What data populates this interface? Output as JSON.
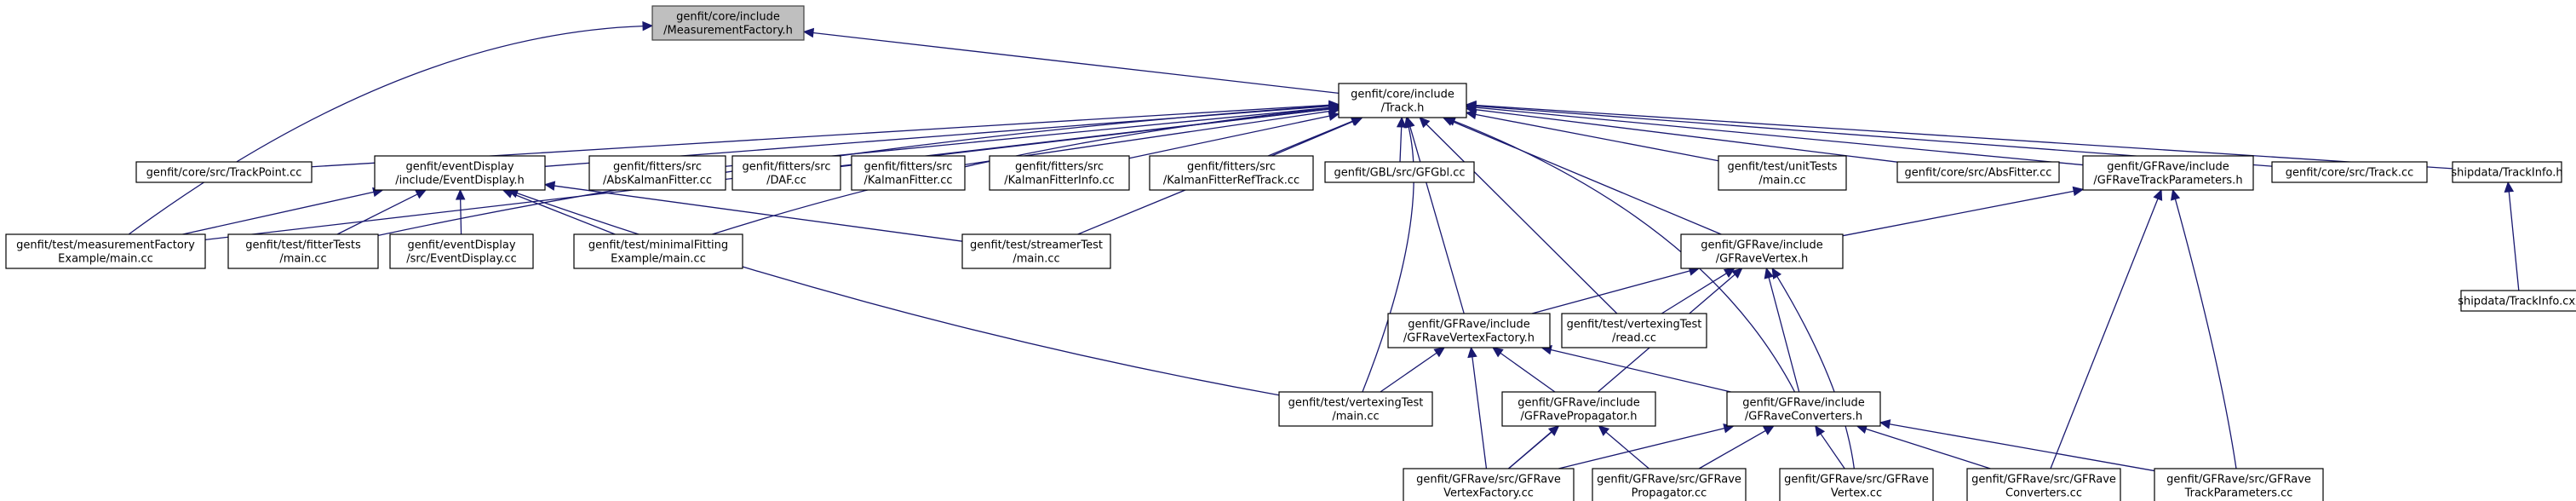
{
  "diagram": {
    "type": "include-dependency-graph",
    "colors": {
      "edge": "#191970",
      "focus_fill": "#bfbfbf",
      "node_fill": "#ffffff",
      "node_border": "#000000"
    },
    "nodes": [
      {
        "id": "mf",
        "lines": [
          "genfit/core/include",
          "/MeasurementFactory.h"
        ],
        "focus": true
      },
      {
        "id": "tr",
        "lines": [
          "genfit/core/include",
          "/Track.h"
        ]
      },
      {
        "id": "tp",
        "lines": [
          "genfit/core/src/TrackPoint.cc"
        ]
      },
      {
        "id": "ed",
        "lines": [
          "genfit/eventDisplay",
          "/include/EventDisplay.h"
        ]
      },
      {
        "id": "akf",
        "lines": [
          "genfit/fitters/src",
          "/AbsKalmanFitter.cc"
        ]
      },
      {
        "id": "daf",
        "lines": [
          "genfit/fitters/src",
          "/DAF.cc"
        ]
      },
      {
        "id": "kf",
        "lines": [
          "genfit/fitters/src",
          "/KalmanFitter.cc"
        ]
      },
      {
        "id": "kfi",
        "lines": [
          "genfit/fitters/src",
          "/KalmanFitterInfo.cc"
        ]
      },
      {
        "id": "kfr",
        "lines": [
          "genfit/fitters/src",
          "/KalmanFitterRefTrack.cc"
        ]
      },
      {
        "id": "gbl",
        "lines": [
          "genfit/GBL/src/GFGbl.cc"
        ]
      },
      {
        "id": "ut",
        "lines": [
          "genfit/test/unitTests",
          "/main.cc"
        ]
      },
      {
        "id": "af",
        "lines": [
          "genfit/core/src/AbsFitter.cc"
        ]
      },
      {
        "id": "gtp",
        "lines": [
          "genfit/GFRave/include",
          "/GFRaveTrackParameters.h"
        ]
      },
      {
        "id": "tcc",
        "lines": [
          "genfit/core/src/Track.cc"
        ]
      },
      {
        "id": "sti",
        "lines": [
          "shipdata/TrackInfo.h"
        ]
      },
      {
        "id": "me",
        "lines": [
          "genfit/test/measurementFactory",
          "Example/main.cc"
        ]
      },
      {
        "id": "ft",
        "lines": [
          "genfit/test/fitterTests",
          "/main.cc"
        ]
      },
      {
        "id": "edc",
        "lines": [
          "genfit/eventDisplay",
          "/src/EventDisplay.cc"
        ]
      },
      {
        "id": "mfe",
        "lines": [
          "genfit/test/minimalFitting",
          "Example/main.cc"
        ]
      },
      {
        "id": "st",
        "lines": [
          "genfit/test/streamerTest",
          "/main.cc"
        ]
      },
      {
        "id": "gv",
        "lines": [
          "genfit/GFRave/include",
          "/GFRaveVertex.h"
        ]
      },
      {
        "id": "stc",
        "lines": [
          "shipdata/TrackInfo.cxx"
        ]
      },
      {
        "id": "gvf",
        "lines": [
          "genfit/GFRave/include",
          "/GFRaveVertexFactory.h"
        ]
      },
      {
        "id": "vr",
        "lines": [
          "genfit/test/vertexingTest",
          "/read.cc"
        ]
      },
      {
        "id": "vm",
        "lines": [
          "genfit/test/vertexingTest",
          "/main.cc"
        ]
      },
      {
        "id": "gp",
        "lines": [
          "genfit/GFRave/include",
          "/GFRavePropagator.h"
        ]
      },
      {
        "id": "gc",
        "lines": [
          "genfit/GFRave/include",
          "/GFRaveConverters.h"
        ]
      },
      {
        "id": "svf",
        "lines": [
          "genfit/GFRave/src/GFRave",
          "VertexFactory.cc"
        ]
      },
      {
        "id": "sp",
        "lines": [
          "genfit/GFRave/src/GFRave",
          "Propagator.cc"
        ]
      },
      {
        "id": "sv",
        "lines": [
          "genfit/GFRave/src/GFRave",
          "Vertex.cc"
        ]
      },
      {
        "id": "sc",
        "lines": [
          "genfit/GFRave/src/GFRave",
          "Converters.cc"
        ]
      },
      {
        "id": "stp",
        "lines": [
          "genfit/GFRave/src/GFRave",
          "TrackParameters.cc"
        ]
      }
    ],
    "edges": [
      [
        "tr",
        "mf"
      ],
      [
        "me",
        "mf"
      ],
      [
        "tp",
        "tr"
      ],
      [
        "ed",
        "tr"
      ],
      [
        "akf",
        "tr"
      ],
      [
        "daf",
        "tr"
      ],
      [
        "kf",
        "tr"
      ],
      [
        "kfi",
        "tr"
      ],
      [
        "kfr",
        "tr"
      ],
      [
        "gbl",
        "tr"
      ],
      [
        "ut",
        "tr"
      ],
      [
        "af",
        "tr"
      ],
      [
        "gtp",
        "tr"
      ],
      [
        "tcc",
        "tr"
      ],
      [
        "sti",
        "tr"
      ],
      [
        "me",
        "tr"
      ],
      [
        "ft",
        "tr"
      ],
      [
        "mfe",
        "tr"
      ],
      [
        "st",
        "tr"
      ],
      [
        "gv",
        "tr"
      ],
      [
        "gvf",
        "tr"
      ],
      [
        "vr",
        "tr"
      ],
      [
        "vm",
        "tr"
      ],
      [
        "gc",
        "tr"
      ],
      [
        "me",
        "ed"
      ],
      [
        "ft",
        "ed"
      ],
      [
        "edc",
        "ed"
      ],
      [
        "mfe",
        "ed"
      ],
      [
        "st",
        "ed"
      ],
      [
        "vm",
        "ed"
      ],
      [
        "gv",
        "gtp"
      ],
      [
        "sc",
        "gtp"
      ],
      [
        "stp",
        "gtp"
      ],
      [
        "stc",
        "sti"
      ],
      [
        "gvf",
        "gv"
      ],
      [
        "vr",
        "gv"
      ],
      [
        "gc",
        "gv"
      ],
      [
        "svf",
        "gv"
      ],
      [
        "sv",
        "gv"
      ],
      [
        "vm",
        "gvf"
      ],
      [
        "gp",
        "gvf"
      ],
      [
        "gc",
        "gvf"
      ],
      [
        "svf",
        "gvf"
      ],
      [
        "svf",
        "gp"
      ],
      [
        "sp",
        "gp"
      ],
      [
        "svf",
        "gc"
      ],
      [
        "sp",
        "gc"
      ],
      [
        "sv",
        "gc"
      ],
      [
        "sc",
        "gc"
      ],
      [
        "stp",
        "gc"
      ]
    ]
  }
}
